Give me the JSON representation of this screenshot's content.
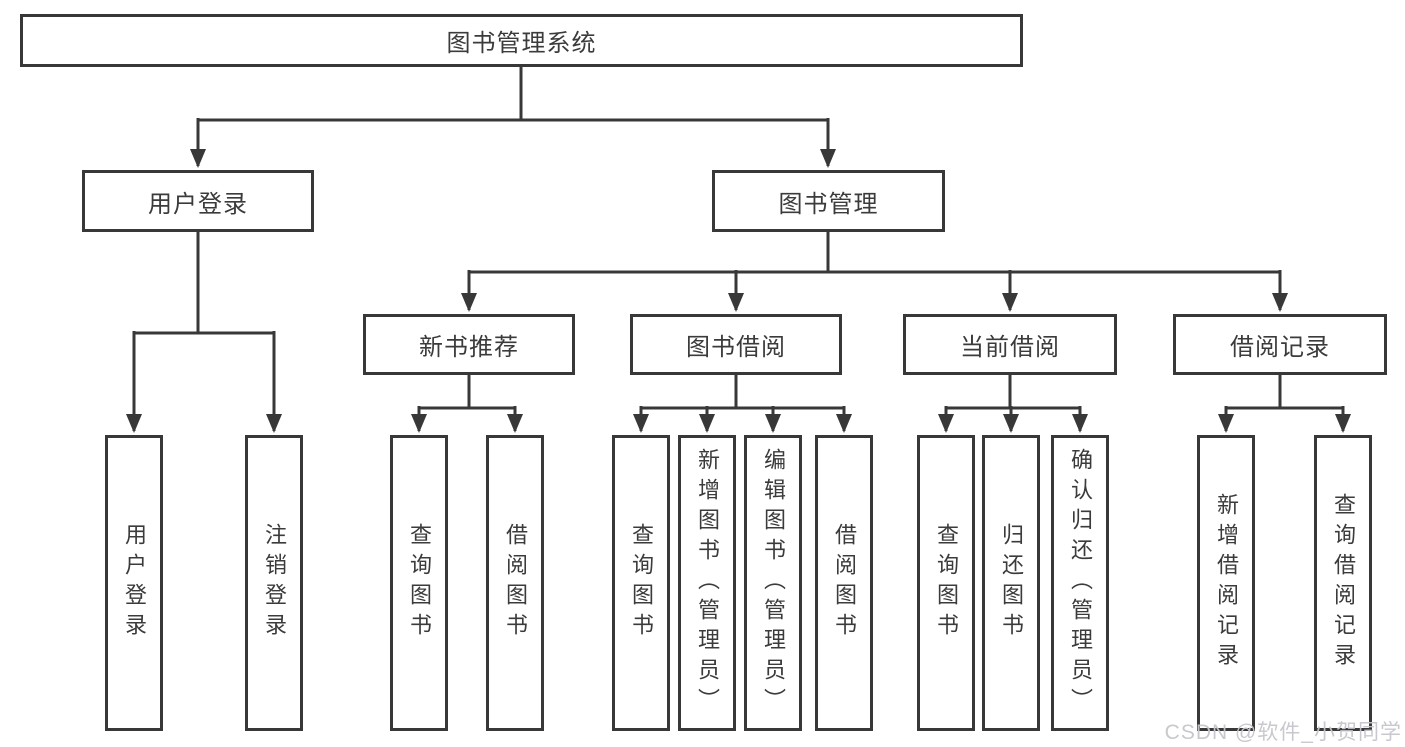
{
  "colors": {
    "line": "#383838",
    "box_border": "#383838",
    "text": "#3b3b3d",
    "background": "#ffffff",
    "watermark": "#c6c6cc"
  },
  "watermark": {
    "text": "CSDN @软件_小贺同学"
  },
  "nodes": {
    "root": {
      "label": "图书管理系统"
    },
    "user_login": {
      "label": "用户登录"
    },
    "book_mgmt": {
      "label": "图书管理"
    },
    "new_book_rec": {
      "label": "新书推荐"
    },
    "book_borrow": {
      "label": "图书借阅"
    },
    "current_borrow": {
      "label": "当前借阅"
    },
    "borrow_record": {
      "label": "借阅记录"
    },
    "leaf_user_login": {
      "label": "用户登录"
    },
    "leaf_logout_login": {
      "label": "注销登录"
    },
    "leaf_query_book_rec": {
      "label": "查询图书"
    },
    "leaf_borrow_book_rec": {
      "label": "借阅图书"
    },
    "leaf_query_book_borrow": {
      "label": "查询图书"
    },
    "leaf_add_book_admin": {
      "label": "新增图书（管理员）"
    },
    "leaf_edit_book_admin": {
      "label": "编辑图书（管理员）"
    },
    "leaf_borrow_book_borrow": {
      "label": "借阅图书"
    },
    "leaf_query_book_current": {
      "label": "查询图书"
    },
    "leaf_return_book": {
      "label": "归还图书"
    },
    "leaf_confirm_return_admin": {
      "label": "确认归还（管理员）"
    },
    "leaf_add_borrow_record": {
      "label": "新增借阅记录"
    },
    "leaf_query_borrow_record": {
      "label": "查询借阅记录"
    }
  },
  "hierarchy": [
    {
      "parent": "图书管理系统",
      "children": [
        "用户登录",
        "图书管理"
      ]
    },
    {
      "parent": "用户登录",
      "children": [
        "用户登录",
        "注销登录"
      ]
    },
    {
      "parent": "图书管理",
      "children": [
        "新书推荐",
        "图书借阅",
        "当前借阅",
        "借阅记录"
      ]
    },
    {
      "parent": "新书推荐",
      "children": [
        "查询图书",
        "借阅图书"
      ]
    },
    {
      "parent": "图书借阅",
      "children": [
        "查询图书",
        "新增图书（管理员）",
        "编辑图书（管理员）",
        "借阅图书"
      ]
    },
    {
      "parent": "当前借阅",
      "children": [
        "查询图书",
        "归还图书",
        "确认归还（管理员）"
      ]
    },
    {
      "parent": "借阅记录",
      "children": [
        "新增借阅记录",
        "查询借阅记录"
      ]
    }
  ]
}
